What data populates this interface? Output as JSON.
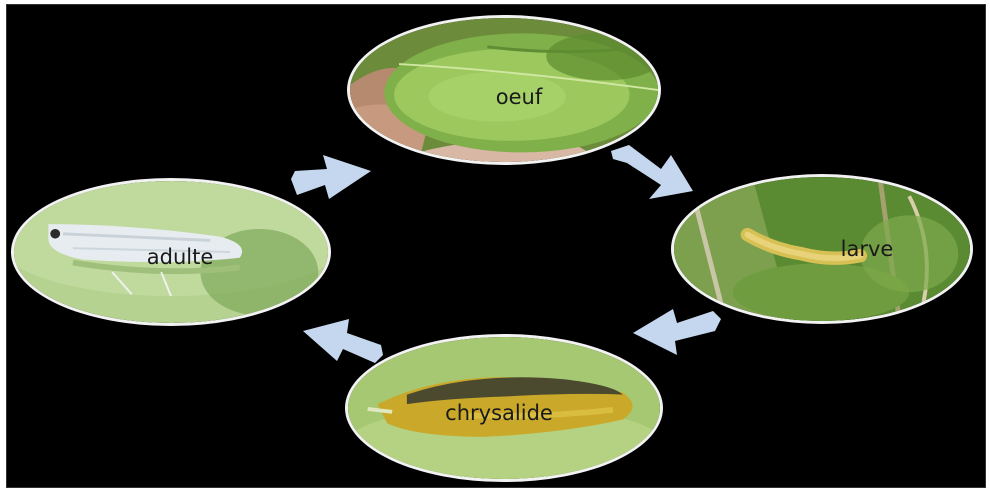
{
  "diagram": {
    "stages": {
      "egg": "oeuf",
      "larva": "larve",
      "pupa": "chrysalide",
      "adult": "adulte"
    },
    "arrow_color": "#c5d7ee",
    "background_color": "#000000"
  }
}
